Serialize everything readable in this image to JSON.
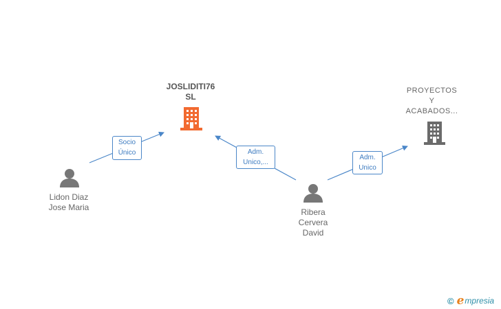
{
  "nodes": {
    "company_main": {
      "name": "JOSLIDITI76\nSL",
      "icon": "building-icon",
      "color": "#f26a30"
    },
    "company_side": {
      "name": "PROYECTOS\nY\nACABADOS...",
      "icon": "building-icon",
      "color": "#6b6b6b"
    },
    "person_1": {
      "name": "Lidon Diaz\nJose Maria",
      "icon": "person-icon"
    },
    "person_2": {
      "name": "Ribera\nCervera\nDavid",
      "icon": "person-icon"
    }
  },
  "edges": [
    {
      "from": "person_1",
      "to": "company_main",
      "label": "Socio\nÚnico"
    },
    {
      "from": "person_2",
      "to": "company_main",
      "label": "Adm.\nUnico,..."
    },
    {
      "from": "person_2",
      "to": "company_side",
      "label": "Adm.\nUnico"
    }
  ],
  "colors": {
    "edge": "#4a86c8",
    "person_icon": "#777777"
  },
  "footer": {
    "copyright": "©",
    "brand_initial": "e",
    "brand_rest": "mpresia"
  }
}
